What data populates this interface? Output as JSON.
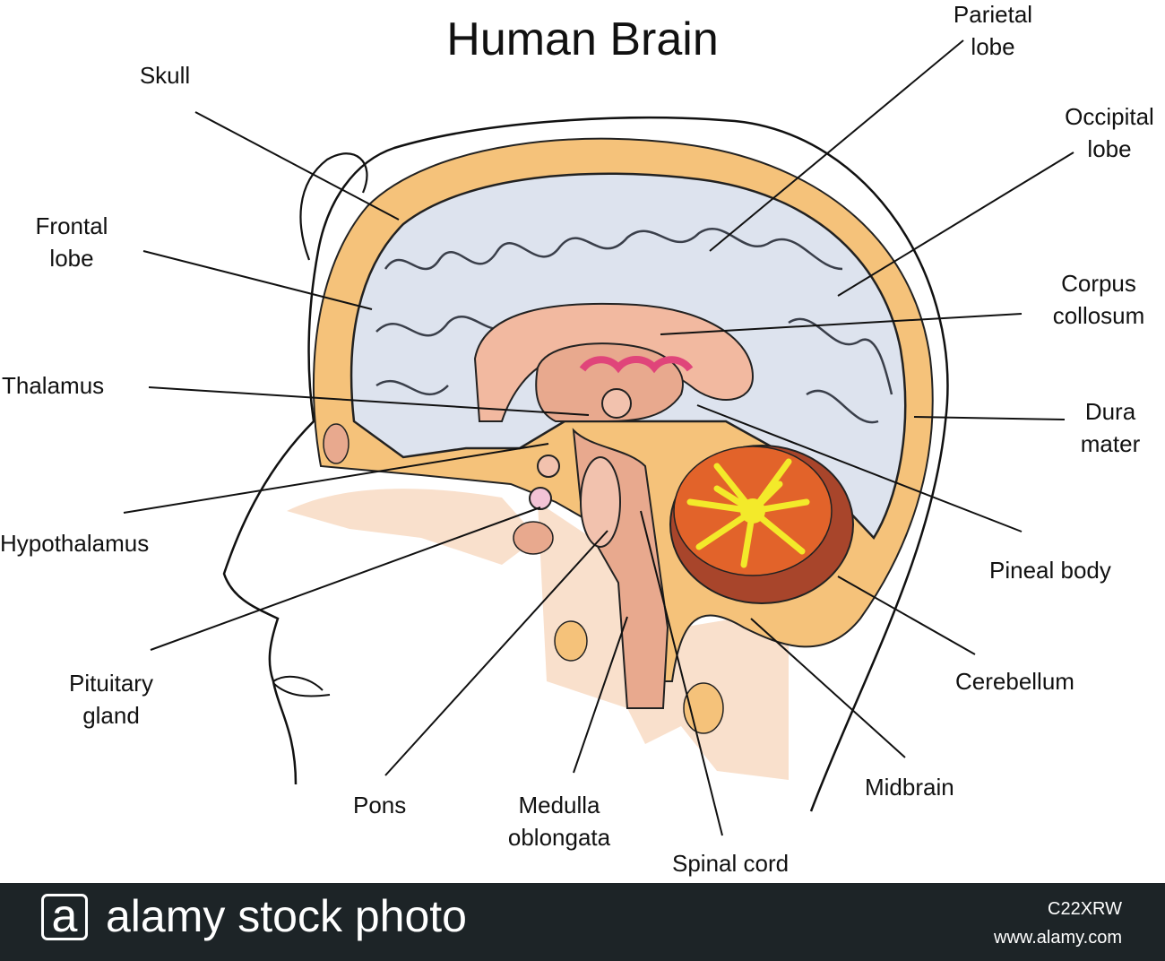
{
  "title": "Human Brain",
  "labels": {
    "skull": "Skull",
    "frontal_lobe": "Frontal\nlobe",
    "thalamus": "Thalamus",
    "hypothalamus": "Hypothalamus",
    "pituitary_gland": "Pituitary\ngland",
    "pons": "Pons",
    "medulla_oblongata": "Medulla\noblongata",
    "spinal_cord": "Spinal cord",
    "midbrain": "Midbrain",
    "cerebellum": "Cerebellum",
    "pineal_body": "Pineal body",
    "dura_mater": "Dura\nmater",
    "corpus_collosum": "Corpus\ncollosum",
    "occipital_lobe": "Occipital\nlobe",
    "parietal_lobe": "Parietal\nlobe"
  },
  "footer": {
    "logo_letter": "a",
    "brand": "alamy stock photo",
    "image_code": "C22XRW",
    "site": "www.alamy.com"
  },
  "colors": {
    "skull": "#f5c27a",
    "cerebrum": "#dde3ee",
    "corpus": "#f2b9a0",
    "brainstem": "#e8a98e",
    "cerebellum_outer": "#a8452b",
    "cerebellum_inner": "#e2632a",
    "cerebellum_core": "#f3ea2a",
    "pineal": "#e0457a",
    "pituitary": "#f3c3d6"
  }
}
